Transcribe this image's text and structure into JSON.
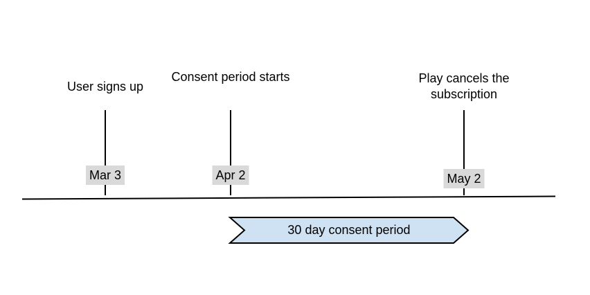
{
  "diagram": {
    "type": "timeline",
    "events": [
      {
        "label": "User signs up",
        "date": "Mar 3"
      },
      {
        "label": "Consent period starts",
        "date": "Apr 2"
      },
      {
        "label": "Play cancels the subscription",
        "date": "May 2"
      }
    ],
    "banner": {
      "label": "30 day consent period"
    },
    "colors": {
      "background": "#ffffff",
      "text": "#000000",
      "line": "#000000",
      "date_label_background": "#d9d9d9",
      "banner_fill": "#cfe2f3",
      "banner_border": "#000000"
    }
  }
}
